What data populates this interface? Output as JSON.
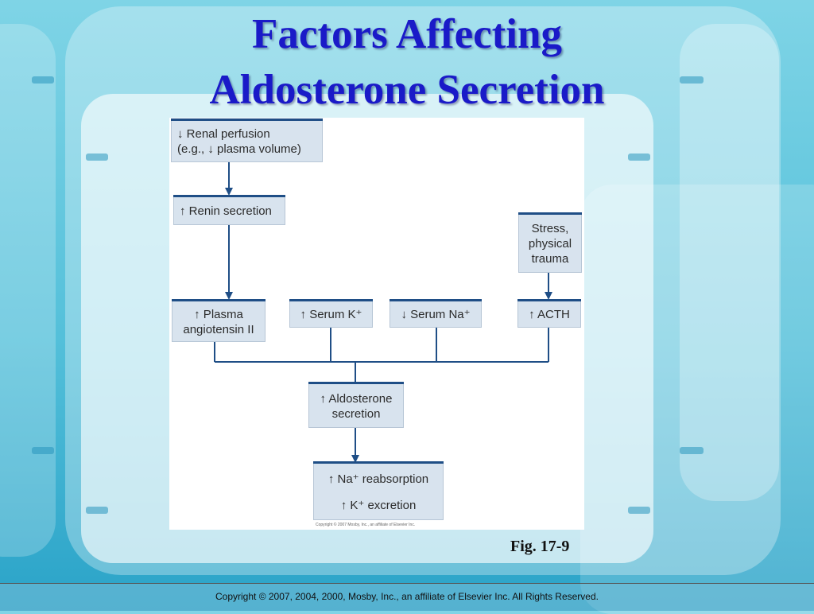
{
  "slide": {
    "title_line1": "Factors Affecting",
    "title_line2": "Aldosterone Secretion",
    "figure_label": "Fig. 17-9",
    "footer": "Copyright © 2007, 2004, 2000, Mosby, Inc., an affiliate of Elsevier Inc. All Rights Reserved."
  },
  "diagram": {
    "renal_perfusion": "↓ Renal perfusion\n(e.g., ↓ plasma volume)",
    "renin": "↑ Renin secretion",
    "stress": "Stress,\nphysical\ntrauma",
    "angiotensin": "↑ Plasma\nangiotensin II",
    "serum_k": "↑ Serum K⁺",
    "serum_na": "↓ Serum Na⁺",
    "acth": "↑ ACTH",
    "aldosterone": "↑ Aldosterone\nsecretion",
    "na_reabsorption": "↑ Na⁺ reabsorption",
    "k_excretion": "↑ K⁺ excretion",
    "image_copyright": "Copyright © 2007 Mosby, Inc., an affiliate of Elsevier Inc."
  },
  "colors": {
    "title": "#1a1ac8",
    "box_fill": "#d8e3ee",
    "box_border": "#1f4e86",
    "connector": "#1f4e86"
  }
}
